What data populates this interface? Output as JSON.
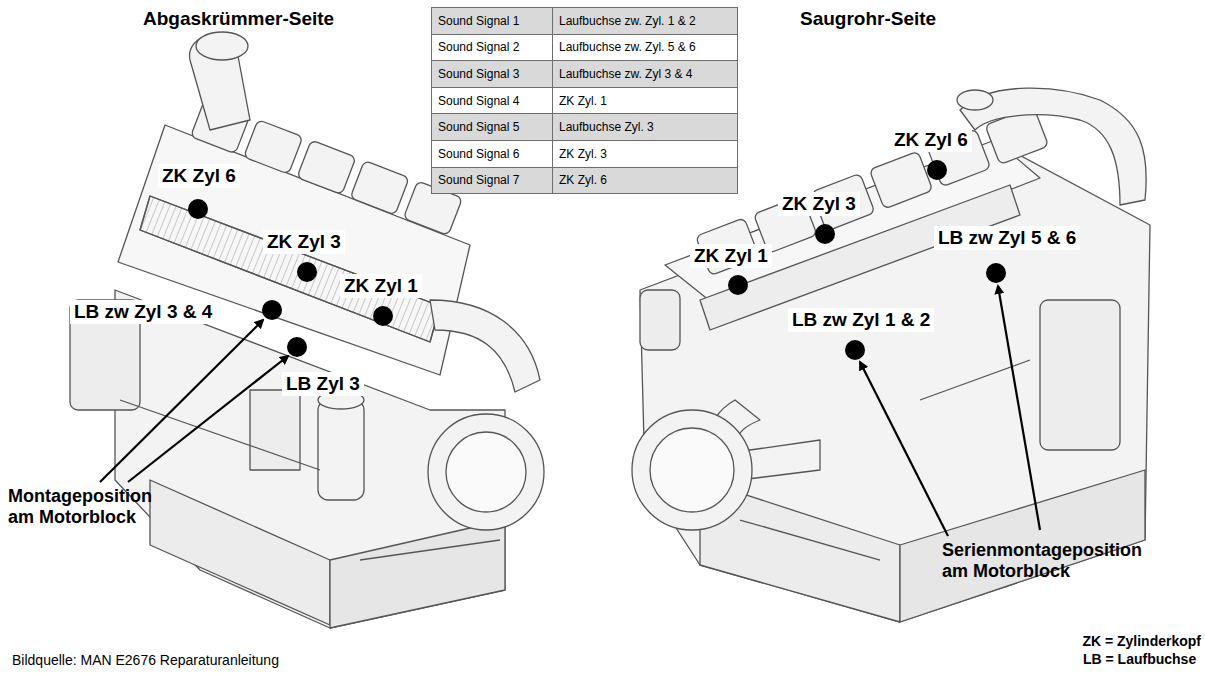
{
  "diagram": {
    "caption": "Bildquelle: MAN E2676 Reparaturanleitung",
    "labels": [
      "Sound Signal 1",
      "Laufbuchse zw. Zyl. 1 & 2",
      "Sound Signal 2",
      "Laufbuchse zw. Zyl. 5 & 6",
      "Sound Signal 3",
      "Laufbuchse zw. Zyl 3 & 4",
      "Sound Signal 4",
      "ZK Zyl. 1",
      "Sound Signal 5",
      "Laufbuchse Zyl. 3",
      "Sound Signal 6",
      "ZK Zyl. 3",
      "Sound Signal 7",
      "ZK Zyl. 6",
      "Abgaskrümmer-Seite",
      "Saugrohr-Seite",
      "ZK Zyl 6",
      "ZK Zyl 3",
      "ZK Zyl 1",
      "LB zw Zyl 3 & 4",
      "LB Zyl 3",
      "Montageposition am Motorblock",
      "ZK Zyl 6",
      "ZK Zyl 3",
      "ZK Zyl 1",
      "LB zw Zyl 5 & 6",
      "LB zw Zyl 1 & 2",
      "Serienmontageposition am Motorblock",
      "ZK = Zylinderkopf",
      "LB = Laufbuchse"
    ]
  }
}
